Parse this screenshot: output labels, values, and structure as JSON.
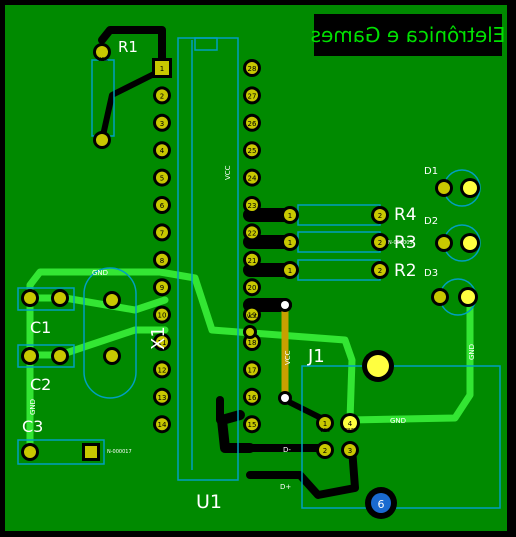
{
  "banner_text": "Eletrônica e Games",
  "colors": {
    "board": "#008a00",
    "board_edge": "#000000",
    "track_light": "#33e633",
    "track_dark": "#000000",
    "pad_copper": "#c8c800",
    "outline": "#00a0c0",
    "silk": "#ffffff"
  },
  "labels": {
    "r1": "R1",
    "r2": "R2",
    "r3": "R3",
    "r4": "R4",
    "c1": "C1",
    "c2": "C2",
    "c3": "C3",
    "d1": "D1",
    "d2": "D2",
    "d3": "D3",
    "j1": "J1",
    "u1": "U1",
    "x1": "X1"
  },
  "net_labels": {
    "vcc_u1": "VCC",
    "vcc_j1": "VCC",
    "gnd_top": "GND",
    "gnd_left": "GND",
    "gnd_right": "GND",
    "gnd_j1": "GND",
    "d_minus": "D-",
    "d_plus": "D+",
    "net_c3": "N-000017",
    "net_r3": "N-000005",
    "pad_vcc_r1": "VCC",
    "pad_vcc_u1": "VCC",
    "pad_vcc_j1": "VCC",
    "pad_gnd_j1": "GND"
  },
  "u1_left_pins": [
    "1",
    "2",
    "3",
    "4",
    "5",
    "6",
    "7",
    "8",
    "9",
    "10",
    "11",
    "12",
    "13",
    "14"
  ],
  "u1_right_pins": [
    "28",
    "27",
    "26",
    "25",
    "24",
    "23",
    "22",
    "21",
    "20",
    "19",
    "18",
    "17",
    "16",
    "15"
  ],
  "resistor_pins": [
    "1",
    "2"
  ],
  "j1_pins": [
    "1",
    "2",
    "3",
    "4"
  ],
  "hole_label": "6"
}
